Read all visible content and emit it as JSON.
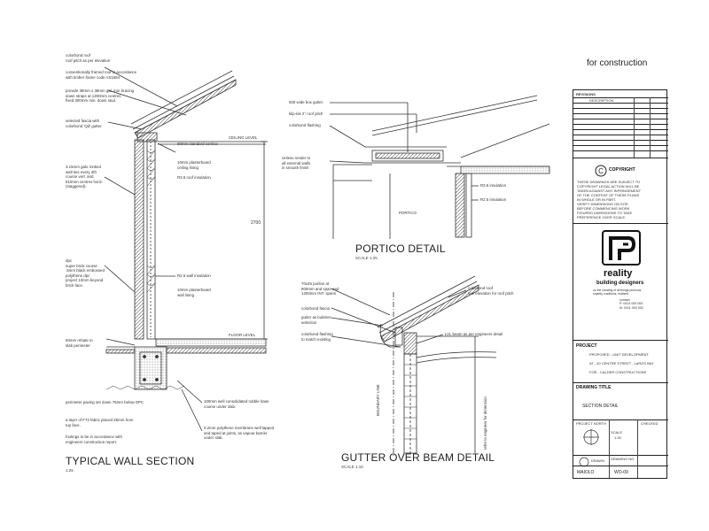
{
  "header": {
    "for_construction": "for construction"
  },
  "wall_section": {
    "title": "TYPICAL WALL SECTION",
    "scale": "1:25",
    "labels": {
      "roof": "colorbond roof\nroof pitch as per elevation",
      "framing": "conventionally framed roof in accordance\nwith timber frame code AS1684",
      "eaves": "provide 38mm x 38mm gal. iron bracing\ndown straps at 1200mm centres\nfixed 300mm min. down stud.",
      "fascia": "selected fascia with\ncolorbond 'Qd' gutter.",
      "cornice": "90mm standard cornice",
      "ceiling_lining": "10mm plasterboard\nceiling lining",
      "roof_insulation": "R3.5 roof insulation",
      "ceiling_level": "CEILING LEVEL",
      "ties": "3.15mm galv. kinked\nwall ties every 4th\ncourse vert. and\n510mm centres horiz.\n(staggered).",
      "dimension": "2700",
      "dpc": "dpc\nsuper brick course\n.5mm black embossed\npolythene dpc\nproject 10mm beyond\nbrick face.",
      "wall_insulation": "R2.5 wall insulation",
      "wall_lining": "10mm plasterboard\nwall lining",
      "floor_level": "FLOOR LEVEL",
      "rebate": "50mm rebate to\nslab perimeter",
      "paving": "perimeter paving set down 75mm below DPC",
      "fall": "a layer of F72 fabric placed 25mm from\ntop face.",
      "footings": "footings to be in accordance with\nengineers construction report.",
      "rubble": "100mm well consolidated rubble base\ncourse under slab.",
      "membrane": "0.2mm polythene membrane well lapped\nand taped at joints, as vapour barrier\nunder slab."
    }
  },
  "portico": {
    "title": "PORTICO DETAIL",
    "scale": "SCALE 1:25",
    "labels": {
      "box_gutter": "600 wide box gutter",
      "klip_deck": "klip-lok 2° roof pitch",
      "flashing": "colorbond flashing",
      "render": "Unless render to\nall external walls\nin smooth finish",
      "r35": "R3.5 insulation",
      "r25": "R2.5 insulation",
      "portico": "PORTICO"
    }
  },
  "gutter": {
    "title": "GUTTER OVER BEAM DETAIL",
    "scale": "SCALE 1:10",
    "labels": {
      "purlins": "70x45 purlins at\n900mm and span and\n1200mm INT. spans",
      "roof_sheet": "colorbond roof\nsee elevation for roof pitch",
      "fascia": "colorbond fascia",
      "gutter": "gutter as builders\nselection",
      "flashing": "colorbond flashing\nto match existing",
      "beam": "LVL beam as per engineers detail",
      "boundary": "BOUNDARY LINE",
      "engineer": "refer to engineer for dimension"
    }
  },
  "title_block": {
    "revisions_label": "REVISIONS",
    "desc_label": "DESCRIPTION",
    "copyright_label": "COPYRIGHT",
    "copyright_text": "THESE DRAWINGS ARE SUBJECT TO\nCOPYRIGHT LEGAL ACTION WILL BE\nTAKEN AGAINST ANY INFRINGEMENT\nOF THE CONTENT OF THESE PLANS\nIN WHOLE OR IN PART.\nVERIFY DIMENSIONS ON SITE\nBEFORE COMMENCING WORK.\nFIGURED DIMENSIONS TO TAKE\nPREFERENCE OVER SCALE.",
    "company": "reality",
    "company_sub": "building designers",
    "company_tag": "on the creating of all things precious\nsmartly, traditions, realised.",
    "contact": "contact\nP: 0414 000 000\nM: 0411 000 000",
    "project_label": "PROJECT",
    "project_lines": [
      "PROPOSED - UNIT DEVELOPMENT",
      "AT - 40 CENTRE STREET , LARGS BAY",
      "FOR - CALDER CONSTRUCTIONS"
    ],
    "drawing_title_label": "DRAWING TITLE",
    "drawing_title": "SECTION DETAIL",
    "project_north": "PROJECT NORTH",
    "checked_label": "CHECKED",
    "scale_label": "SCALE",
    "scale_value": "1:25",
    "drawn_label": "DRAWN",
    "drawing_no_label": "DRAWING NO.",
    "drawn_by": "MAIOLO",
    "drawing_no": "WO-09"
  }
}
